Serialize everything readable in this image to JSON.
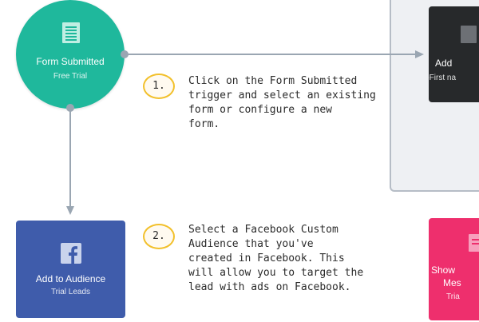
{
  "trigger": {
    "icon": "form-document-icon",
    "title": "Form Submitted",
    "subtitle": "Free Trial",
    "color": "#1fb89c"
  },
  "actions": {
    "add_to_audience": {
      "icon": "facebook-icon",
      "title": "Add to Audience",
      "subtitle": "Trial Leads",
      "color": "#3f5cab"
    },
    "right_top": {
      "icon": "document-icon",
      "title": "Add",
      "subtitle": "--First na",
      "color": "#27292b"
    },
    "right_bottom": {
      "icon": "document-icon",
      "title_line1": "Show",
      "title_line2": "Mes",
      "subtitle": "Tria",
      "color": "#ee2f6d"
    }
  },
  "notes": [
    {
      "badge": "1.",
      "lines": [
        "Click on the Form Submitted",
        "trigger and select an existing",
        "form or configure a new",
        "form."
      ]
    },
    {
      "badge": "2.",
      "lines": [
        "Select a Facebook Custom",
        "Audience that you've",
        "created in Facebook. This",
        "will allow you to target the",
        "lead with ads on Facebook."
      ]
    }
  ],
  "colors": {
    "connector": "#9aa6b2",
    "badge_border": "#f2c02b",
    "panel_bg": "#eef0f3"
  }
}
